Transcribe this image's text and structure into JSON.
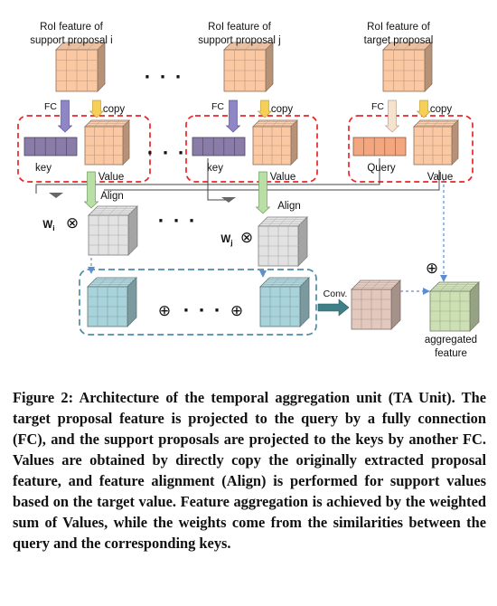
{
  "nodes": {
    "support_i_title": [
      "RoI feature of",
      "support proposal i"
    ],
    "support_j_title": [
      "RoI feature of",
      "support proposal j"
    ],
    "target_title": [
      "RoI feature of",
      "target proposal"
    ],
    "fc": "FC",
    "copy": "copy",
    "key": "key",
    "value": "Value",
    "query": "Query",
    "align": "Align",
    "wi": "W",
    "wi_sub": "i",
    "wj": "W",
    "wj_sub": "j",
    "conv": "Conv.",
    "aggregated": [
      "aggregated",
      "feature"
    ],
    "ellipsis": "· · ·",
    "plus": "⊕",
    "times": "⊗"
  },
  "colors": {
    "orange_feature": "#fbc8a4",
    "key_purple": "#8a7ca8",
    "query_orange": "#f4a77e",
    "aligned_gray": "#e2e2e2",
    "teal_feature": "#a9d3da",
    "conv_brown": "#e3c8bd",
    "aggregated_green": "#cde0b4",
    "dashed_red": "#e8262a",
    "dashed_teal": "#4d8ca5"
  },
  "caption": "Figure 2: Architecture of the temporal aggregation unit (TA Unit). The target proposal feature is projected to the query by a fully connection (FC), and the support proposals are projected to the keys by another FC. Values are obtained by directly copy the originally extracted proposal feature, and feature alignment (Align) is performed for support values based on the target value. Feature aggregation is achieved by the weighted sum of Values, while the weights come from the similarities between the query and the corresponding keys."
}
